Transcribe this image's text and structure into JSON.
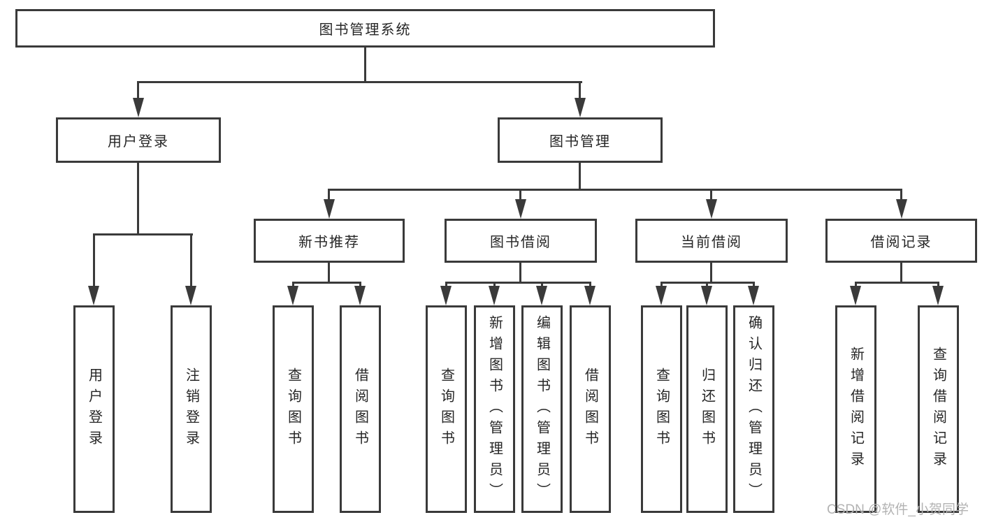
{
  "colors": {
    "line": "#3a3a3a",
    "ink": "#262626",
    "watermark": "#b3b3b3"
  },
  "watermark": {
    "text": "CSDN @软件_小贺同学"
  },
  "tree": {
    "root": {
      "label": "图书管理系统"
    },
    "level2": [
      {
        "label": "用户登录",
        "children": [
          "用户登录",
          "注销登录"
        ]
      },
      {
        "label": "图书管理"
      }
    ],
    "level3": [
      {
        "label": "新书推荐",
        "children": [
          "查询图书",
          "借阅图书"
        ]
      },
      {
        "label": "图书借阅",
        "children": [
          "查询图书",
          "新增图书（管理员）",
          "编辑图书（管理员）",
          "借阅图书"
        ]
      },
      {
        "label": "当前借阅",
        "children": [
          "查询图书",
          "归还图书",
          "确认归还（管理员）"
        ]
      },
      {
        "label": "借阅记录",
        "children": [
          "新增借阅记录",
          "查询借阅记录"
        ]
      }
    ]
  }
}
